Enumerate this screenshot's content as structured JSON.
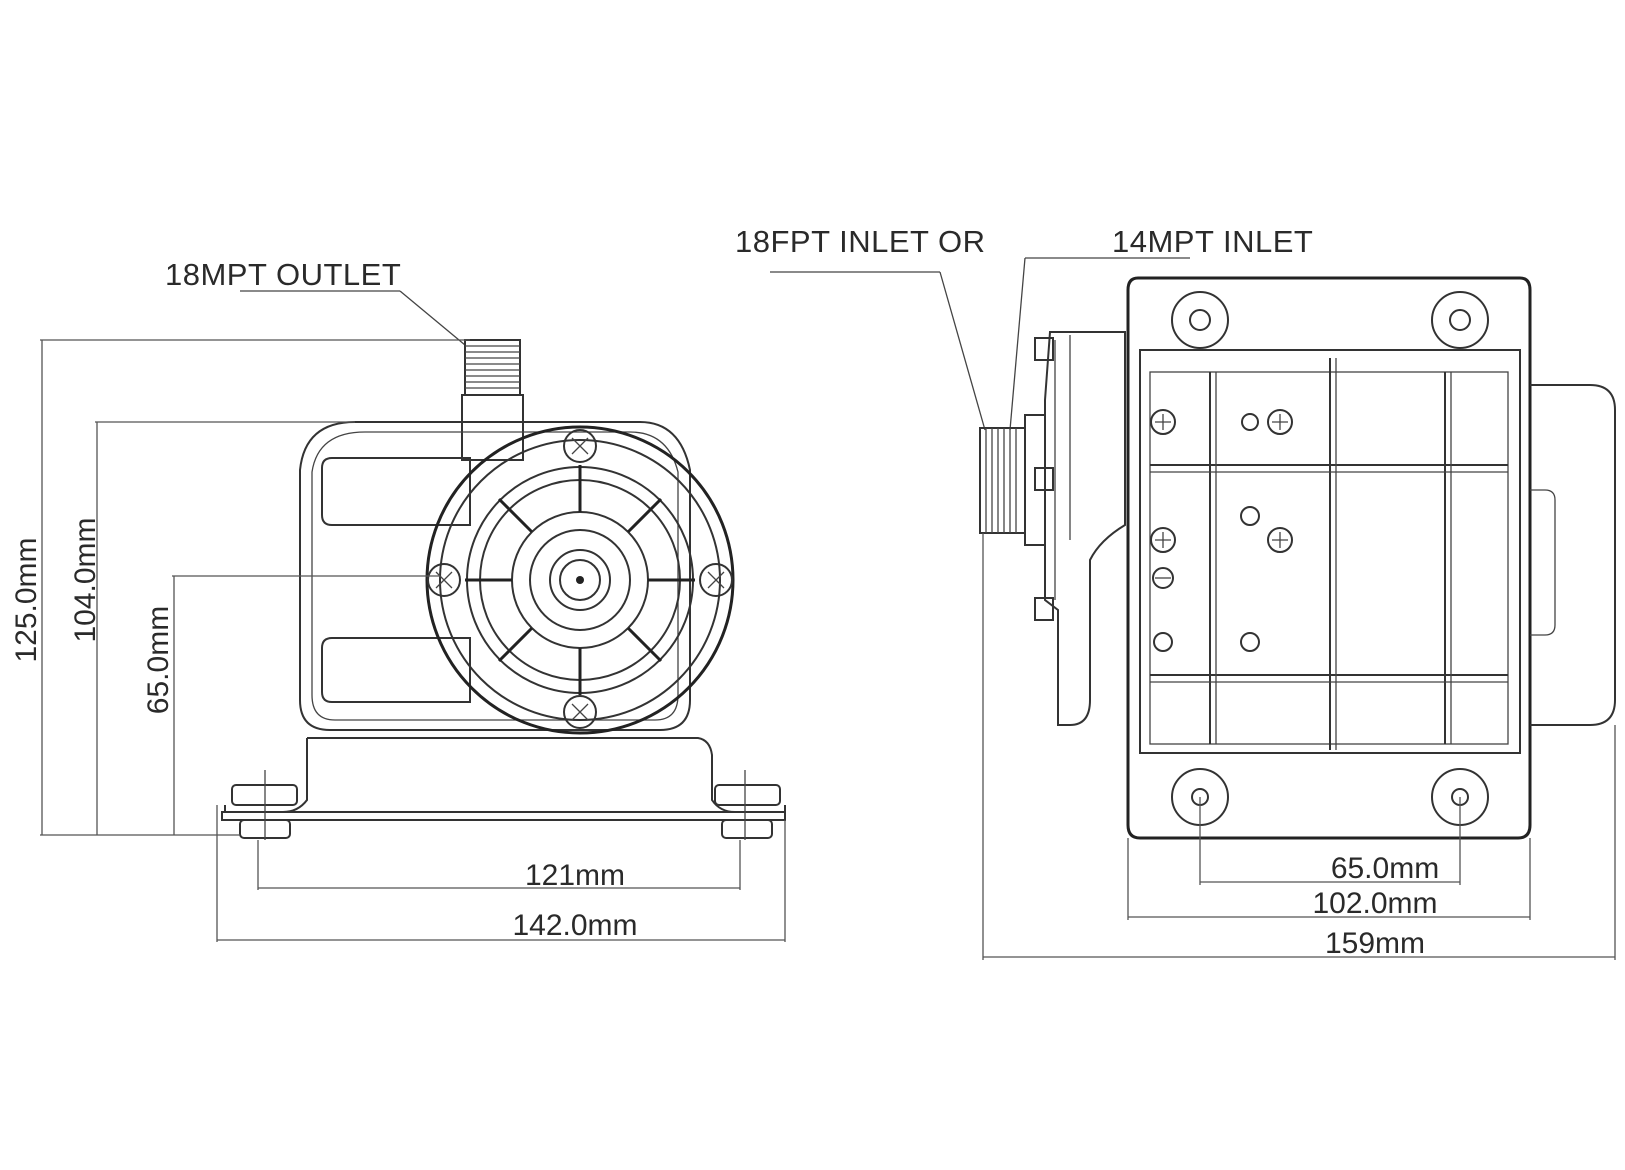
{
  "callouts": {
    "outlet": "18MPT OUTLET",
    "inlet_fpt": "18FPT INLET OR",
    "inlet_mpt": "14MPT INLET"
  },
  "dimensions": {
    "height_total": "125.0mm",
    "height_body": "104.0mm",
    "height_center": "65.0mm",
    "front_hole_spacing": "121mm",
    "front_width": "142.0mm",
    "side_hole_spacing": "65.0mm",
    "side_base_width": "102.0mm",
    "side_total_length": "159mm"
  }
}
